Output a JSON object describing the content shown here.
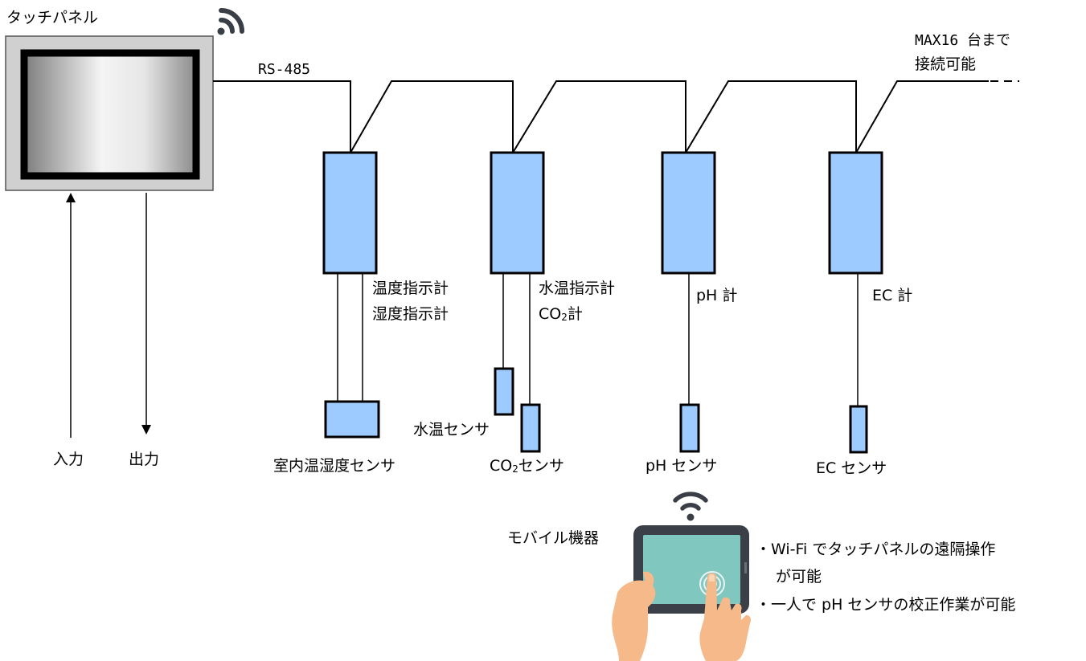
{
  "touch_panel": {
    "label": "タッチパネル"
  },
  "bus": {
    "label": "RS-485"
  },
  "expansion_note": {
    "line1": "MAX16 台まで",
    "line2": "接続可能"
  },
  "io": {
    "input": "入力",
    "output": "出力"
  },
  "instruments": [
    {
      "meter_line1": "温度指示計",
      "meter_line2": "湿度指示計",
      "sensor": "室内温湿度センサ"
    },
    {
      "meter_line1": "水温指示計",
      "meter_line2_prefix": "CO",
      "meter_line2_sub": "2",
      "meter_line2_suffix": "計",
      "sensor_a": "水温センサ",
      "sensor_b_prefix": "CO",
      "sensor_b_sub": "2",
      "sensor_b_suffix": "センサ"
    },
    {
      "meter_line1": "pH 計",
      "sensor": "pH センサ"
    },
    {
      "meter_line1": "EC 計",
      "sensor": "EC センサ"
    }
  ],
  "mobile": {
    "label": "モバイル機器",
    "notes": [
      "・Wi-Fi でタッチパネルの遠隔操作",
      "が可能",
      "・一人で pH センサの校正作業が可能"
    ]
  },
  "colors": {
    "meter_fill": "#9ecbff",
    "panel_frame": "#d0d0d0",
    "tablet_screen": "#7fc7bf",
    "tablet_body": "#3b4048",
    "skin": "#f6b98a"
  }
}
